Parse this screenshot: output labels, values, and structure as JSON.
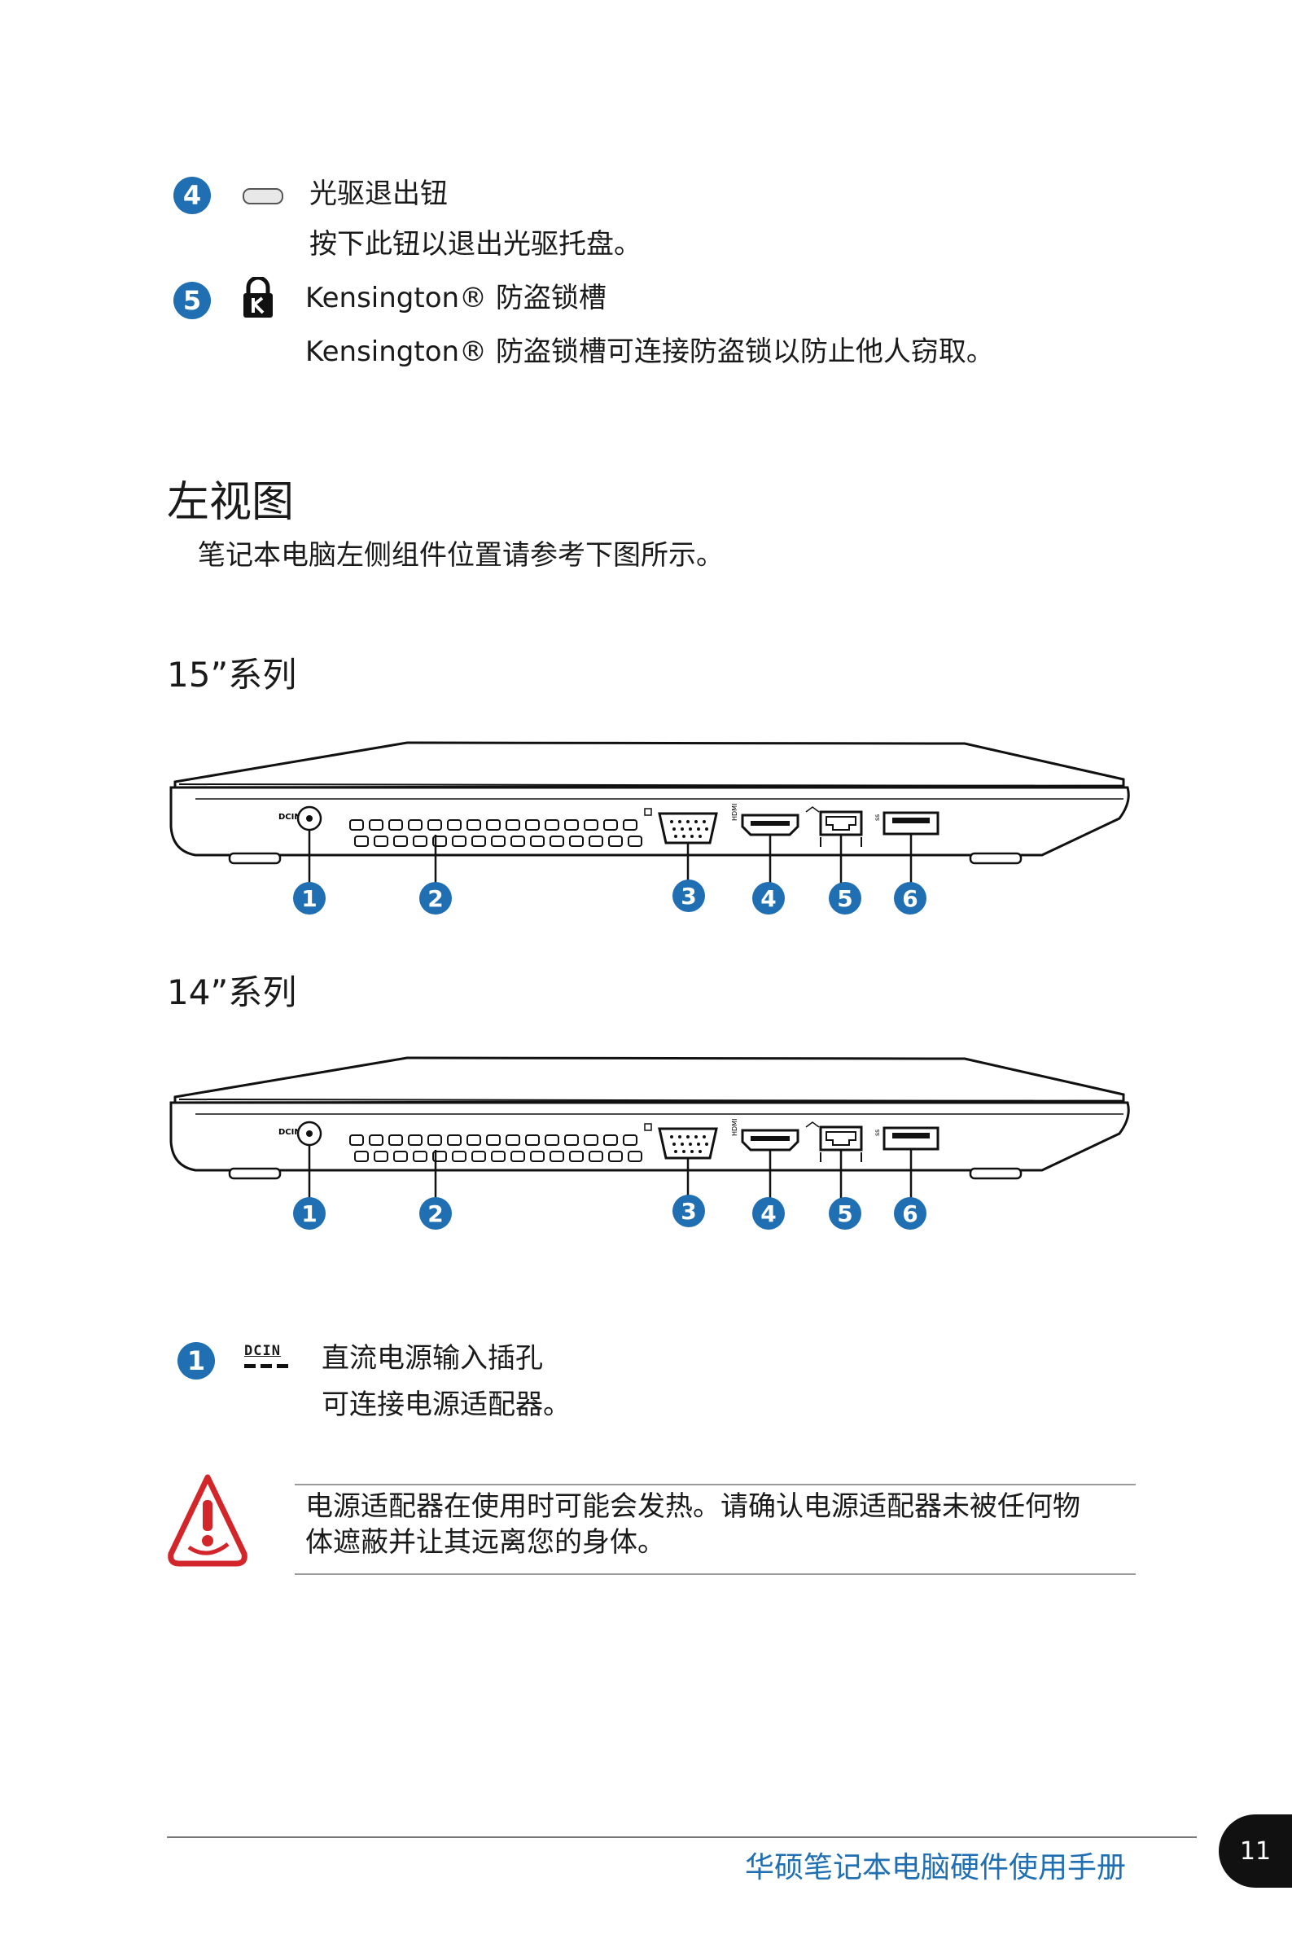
{
  "top_items": [
    {
      "num": "4",
      "title": "光驱退出钮",
      "desc": "按下此钮以退出光驱托盘。"
    },
    {
      "num": "5",
      "title": "Kensington® 防盗锁槽",
      "desc": "Kensington® 防盗锁槽可连接防盗锁以防止他人窃取。"
    }
  ],
  "section": {
    "title": "左视图",
    "intro": "笔记本电脑左侧组件位置请参考下图所示。"
  },
  "diagram_15": {
    "label": "15”系列",
    "callouts": [
      "1",
      "2",
      "3",
      "4",
      "5",
      "6"
    ]
  },
  "diagram_14": {
    "label": "14”系列",
    "callouts": [
      "1",
      "2",
      "3",
      "4",
      "5",
      "6"
    ]
  },
  "port_labels": {
    "dcin": "DCIN",
    "hdmi": "HDMI",
    "usb": "ss"
  },
  "item1": {
    "num": "1",
    "icon_text": "DCIN",
    "title": "直流电源输入插孔",
    "desc": "可连接电源适配器。"
  },
  "warning": {
    "line1": "电源适配器在使用时可能会发热。请确认电源适配器未被任何物",
    "line2": "体遮蔽并让其远离您的身体。"
  },
  "footer": {
    "title": "华硕笔记本电脑硬件使用手册",
    "page": "11"
  },
  "colors": {
    "accent": "#1f6fb2",
    "warning_red": "#d3262b"
  }
}
